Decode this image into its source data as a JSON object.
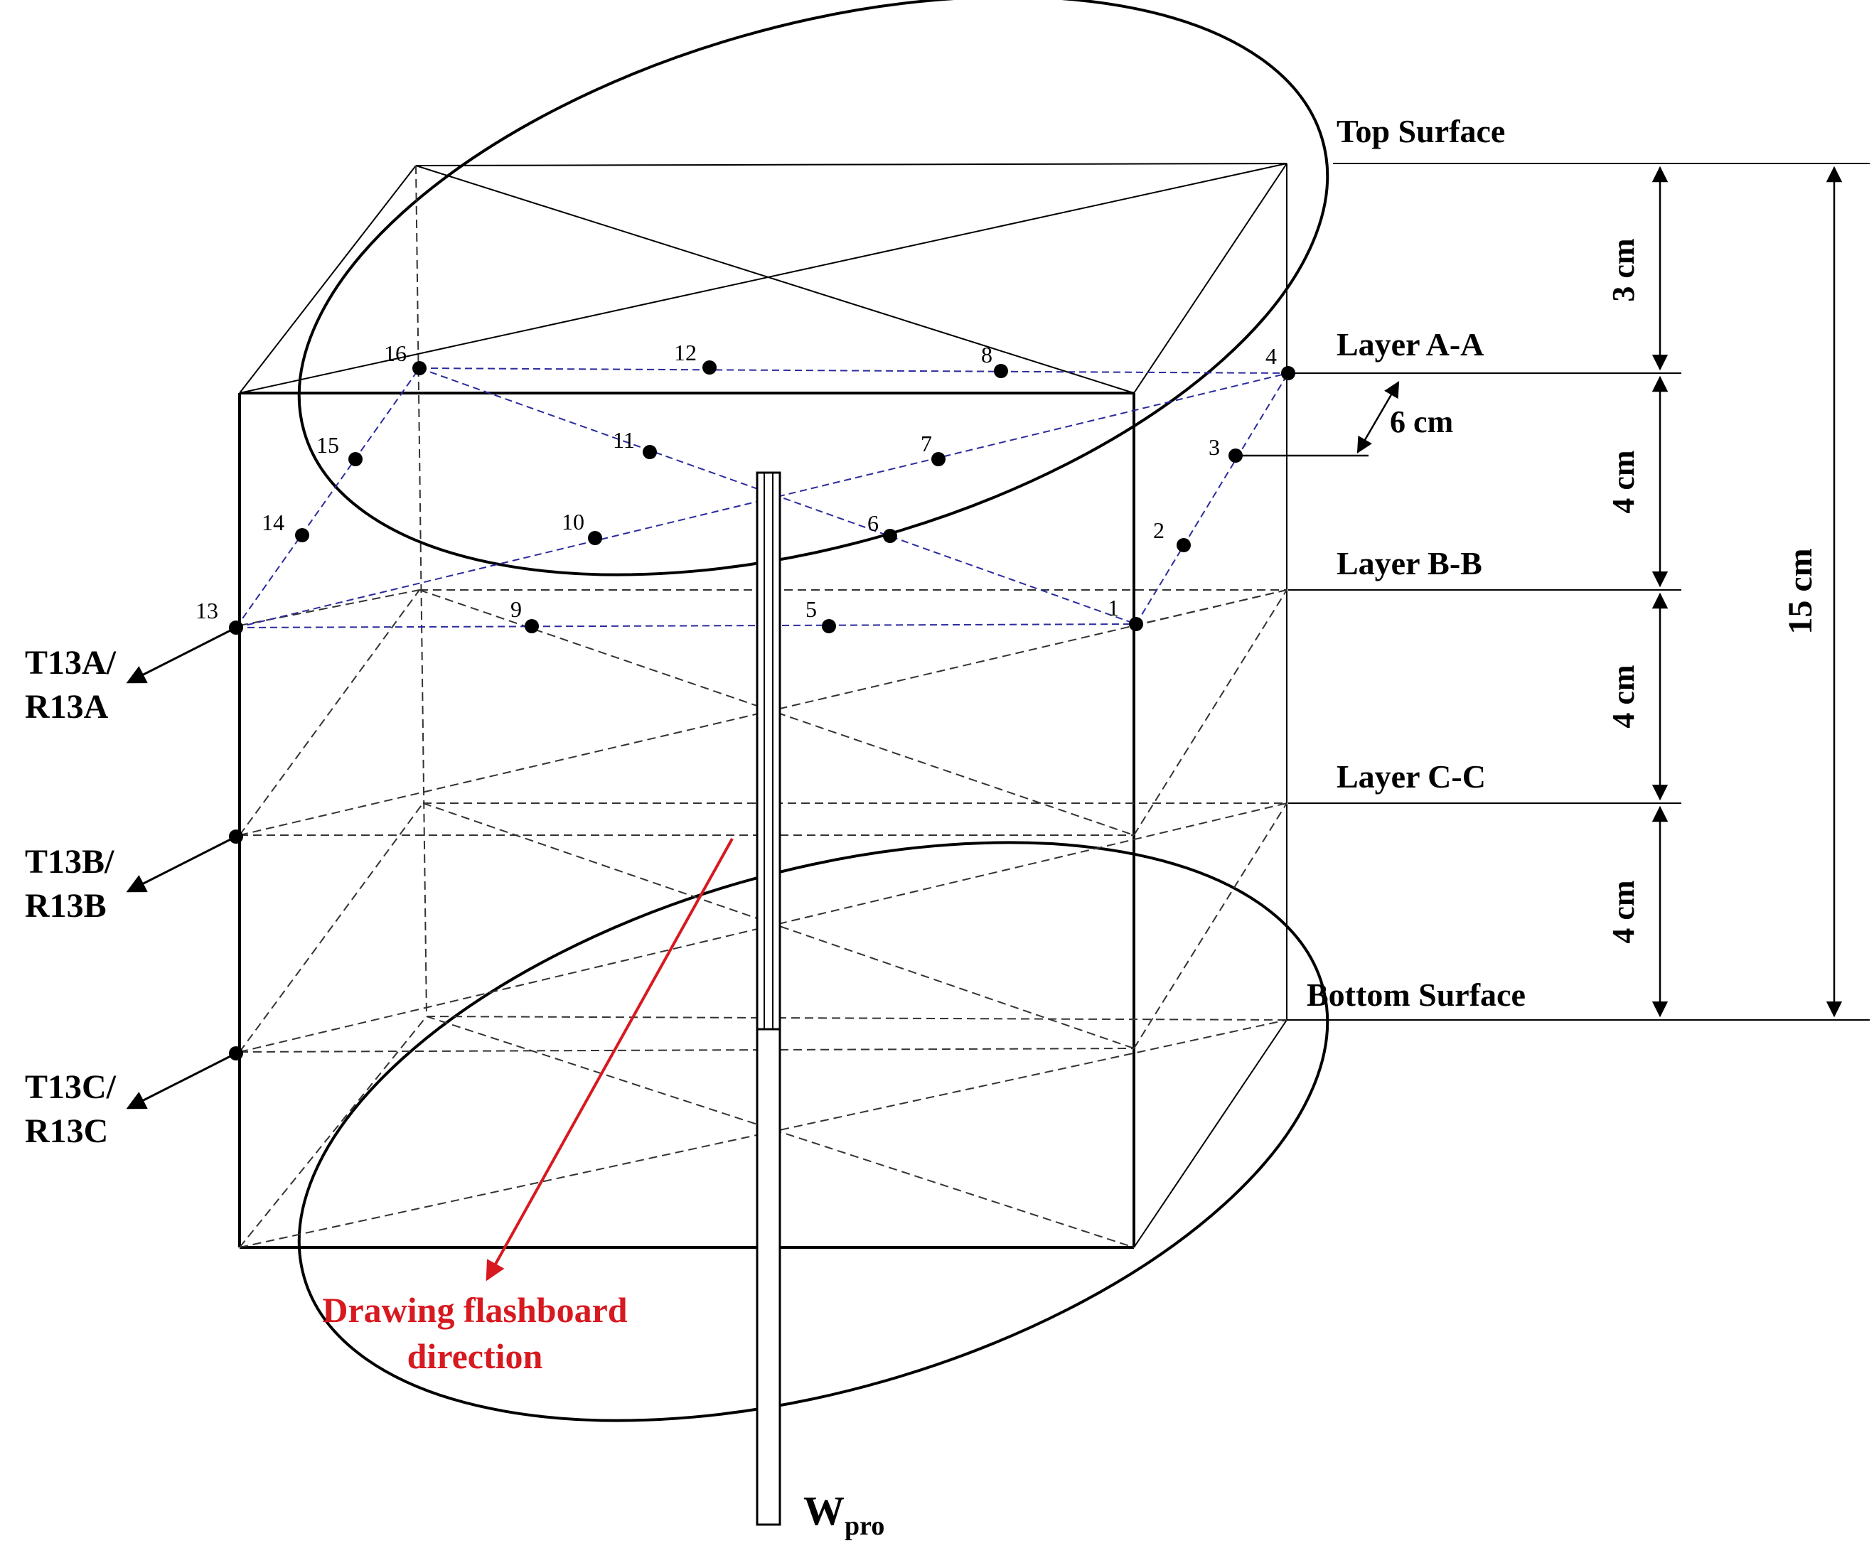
{
  "surfaces": {
    "top": "Top Surface",
    "bottom": "Bottom Surface"
  },
  "layers": {
    "a": "Layer A-A",
    "b": "Layer B-B",
    "c": "Layer C-C"
  },
  "dimensions": {
    "d1": "3 cm",
    "d2": "4 cm",
    "d3": "4 cm",
    "d4": "4 cm",
    "total": "15 cm",
    "spacing": "6 cm"
  },
  "points": [
    "1",
    "2",
    "3",
    "4",
    "5",
    "6",
    "7",
    "8",
    "9",
    "10",
    "11",
    "12",
    "13",
    "14",
    "15",
    "16"
  ],
  "sensors": {
    "a1": "T13A/",
    "a2": "R13A",
    "b1": "T13B/",
    "b2": "R13B",
    "c1": "T13C/",
    "c2": "R13C"
  },
  "arrow_label": {
    "line1": "Drawing flashboard",
    "line2": "direction"
  },
  "probe": {
    "main": "W",
    "sub": "pro"
  },
  "colors": {
    "measurement_grid": "#2b2b9e",
    "direction_arrow": "#d71920"
  }
}
